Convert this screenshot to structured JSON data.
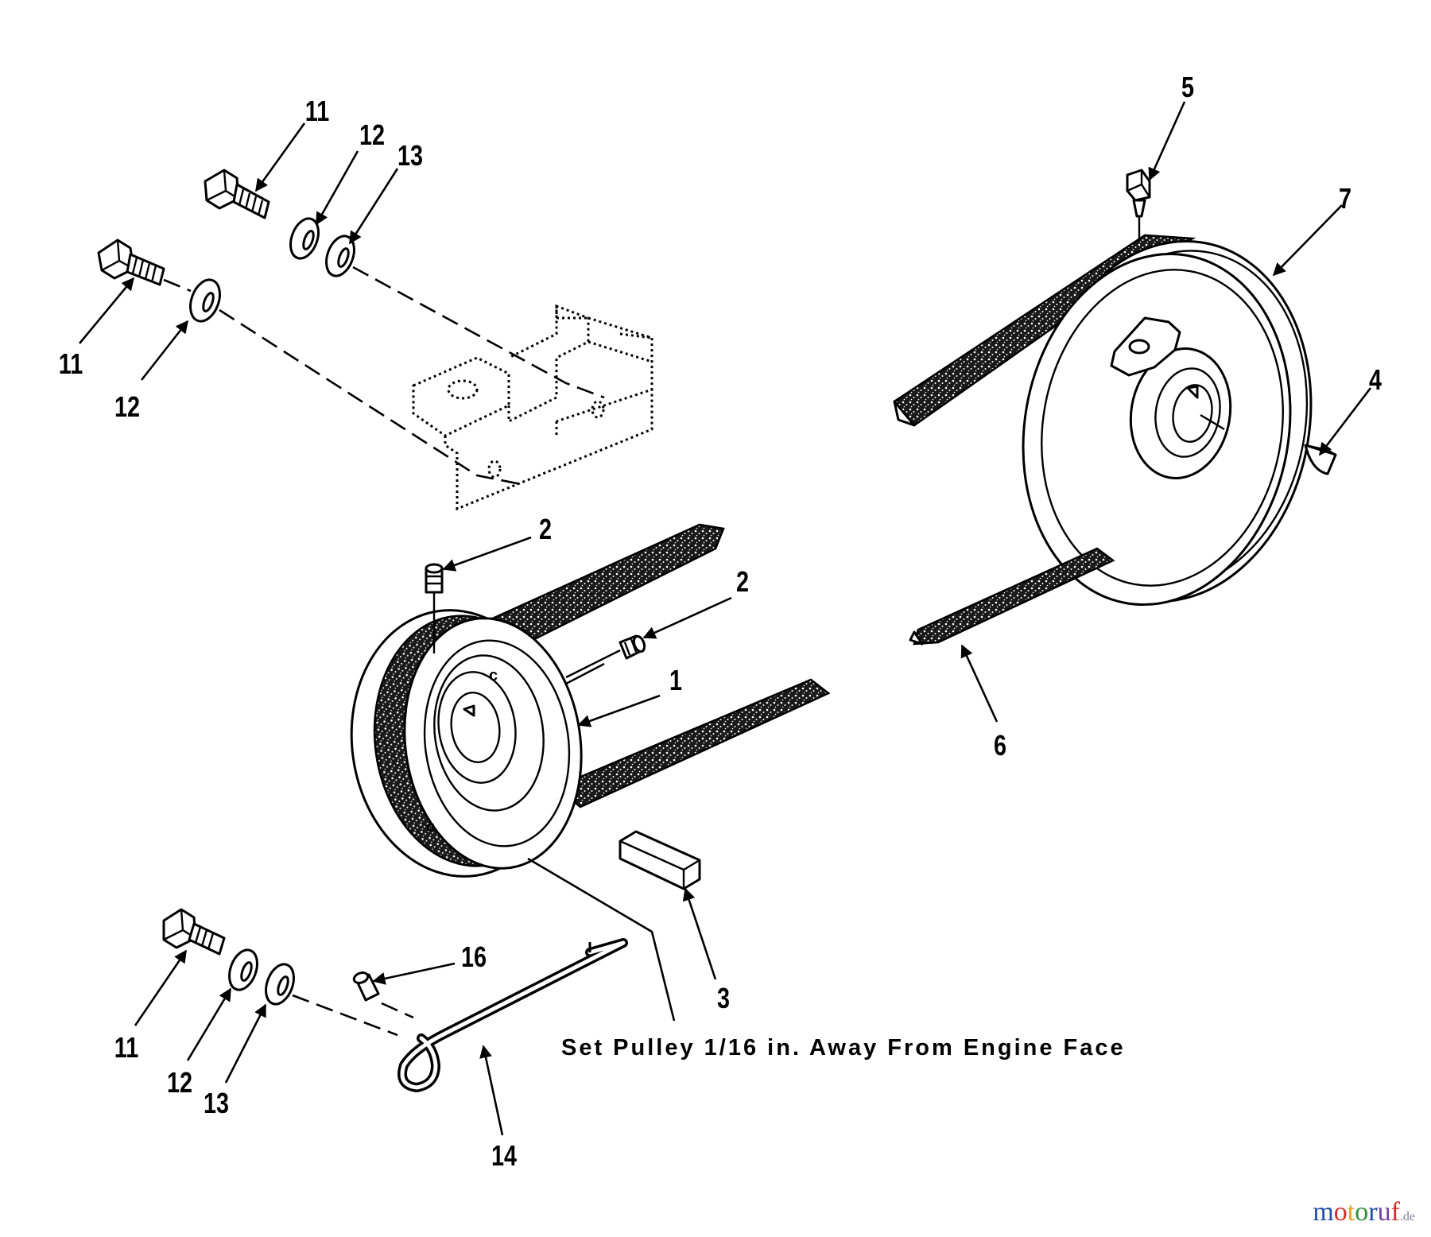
{
  "diagram": {
    "callouts": {
      "p1": "1",
      "p2a": "2",
      "p2b": "2",
      "p3": "3",
      "p4": "4",
      "p5": "5",
      "p6": "6",
      "p7": "7",
      "p11a": "11",
      "p11b": "11",
      "p11c": "11",
      "p12a": "12",
      "p12b": "12",
      "p12c": "12",
      "p13a": "13",
      "p13b": "13",
      "p14": "14",
      "p16": "16"
    },
    "note": "Set Pulley 1/16 in. Away From Engine Face"
  },
  "watermark": {
    "brand": "motoruf",
    "tld": ".de",
    "colors": [
      "#1f4fa8",
      "#d42a2a",
      "#e8a11c",
      "#2f8f3a",
      "#1f4fa8",
      "#7a3fa0",
      "#d42a2a"
    ]
  }
}
